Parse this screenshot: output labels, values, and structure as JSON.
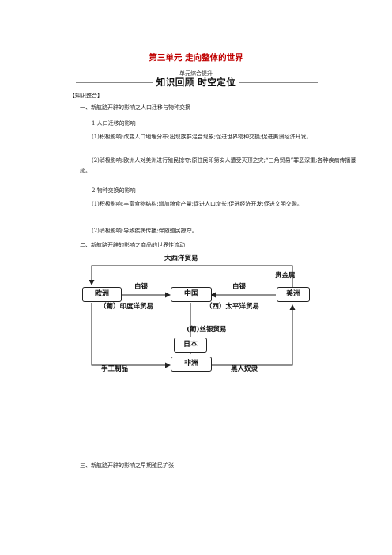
{
  "header": {
    "title": "第三单元  走向整体的世界",
    "subtitle": "单元综合提升",
    "banner": "知识回顾    时空定位"
  },
  "section_label": "【知识整合】",
  "sections": {
    "s1": {
      "heading": "一、新航路开辟的影响之人口迁移与物种交换",
      "sub1": "1.人口迁移的影响",
      "sub1_p1": "(1)积极影响:改变人口地理分布;出现族群混合现象;促进世界物种交换;促进美洲经济开发。",
      "sub1_p2": "(2)消极影响:欧洲人对美洲进行殖民掠夺;原住民印第安人遭受灭顶之灾;“三角贸易”罪恶深重;各种疾病传播蔓延。",
      "sub2": "2.物种交换的影响",
      "sub2_p1": "(1)积极影响:丰富食物结构;增加粮食产量;促进人口增长;促进经济开发;促进文明交融。",
      "sub2_p2": "(2)消极影响:导致疾病传播;伴随殖民掠夺。"
    },
    "s2": {
      "heading": "二、新航路开辟的影响之商品的世界性流动"
    },
    "s3": {
      "heading": "三、新航路开辟的影响之早期殖民扩张"
    }
  },
  "diagram": {
    "nodes": {
      "europe": "欧洲",
      "china": "中国",
      "america": "美洲",
      "japan": "日本",
      "africa": "非洲"
    },
    "labels": {
      "atlantic": "大西洋贸易",
      "precious_metal": "贵金属",
      "silver_left": "白银",
      "silver_right": "白银",
      "indian_ocean": "（葡）印度洋贸易",
      "pacific": "（西）太平洋贸易",
      "silk_silver": "(葡)丝银贸易",
      "manufactures": "手工制品",
      "slaves": "黑人奴隶"
    }
  }
}
